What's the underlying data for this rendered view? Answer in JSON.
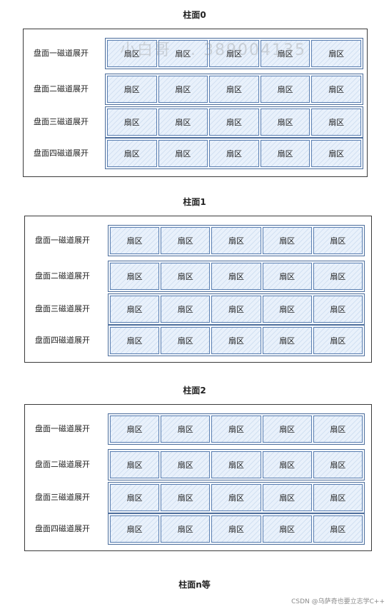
{
  "cylinders": [
    {
      "title": "柱面0",
      "rows": [
        {
          "label": "盘面一磁道展开",
          "sectors": [
            "扇区",
            "扇区",
            "扇区",
            "扇区",
            "扇区"
          ]
        },
        {
          "label": "盘面二磁道展开",
          "sectors": [
            "扇区",
            "扇区",
            "扇区",
            "扇区",
            "扇区"
          ]
        },
        {
          "label": "盘面三磁道展开",
          "sectors": [
            "扇区",
            "扇区",
            "扇区",
            "扇区",
            "扇区"
          ]
        },
        {
          "label": "盘面四磁道展开",
          "sectors": [
            "扇区",
            "扇区",
            "扇区",
            "扇区",
            "扇区"
          ]
        }
      ]
    },
    {
      "title": "柱面1",
      "rows": [
        {
          "label": "盘面一磁道展开",
          "sectors": [
            "扇区",
            "扇区",
            "扇区",
            "扇区",
            "扇区"
          ]
        },
        {
          "label": "盘面二磁道展开",
          "sectors": [
            "扇区",
            "扇区",
            "扇区",
            "扇区",
            "扇区"
          ]
        },
        {
          "label": "盘面三磁道展开",
          "sectors": [
            "扇区",
            "扇区",
            "扇区",
            "扇区",
            "扇区"
          ]
        },
        {
          "label": "盘面四磁道展开",
          "sectors": [
            "扇区",
            "扇区",
            "扇区",
            "扇区",
            "扇区"
          ]
        }
      ]
    },
    {
      "title": "柱面2",
      "rows": [
        {
          "label": "盘面一磁道展开",
          "sectors": [
            "扇区",
            "扇区",
            "扇区",
            "扇区",
            "扇区"
          ]
        },
        {
          "label": "盘面二磁道展开",
          "sectors": [
            "扇区",
            "扇区",
            "扇区",
            "扇区",
            "扇区"
          ]
        },
        {
          "label": "盘面三磁道展开",
          "sectors": [
            "扇区",
            "扇区",
            "扇区",
            "扇区",
            "扇区"
          ]
        },
        {
          "label": "盘面四磁道展开",
          "sectors": [
            "扇区",
            "扇区",
            "扇区",
            "扇区",
            "扇区"
          ]
        }
      ]
    }
  ],
  "footer_title": "柱面n等",
  "watermark": "小白哥 ... 389004135",
  "credit": "CSDN @乌萨奇也要立志学C++",
  "colors": {
    "sector_fill": "#e9f1fb",
    "sector_border": "#5b7fb1",
    "frame_border": "#3a3a3a"
  }
}
